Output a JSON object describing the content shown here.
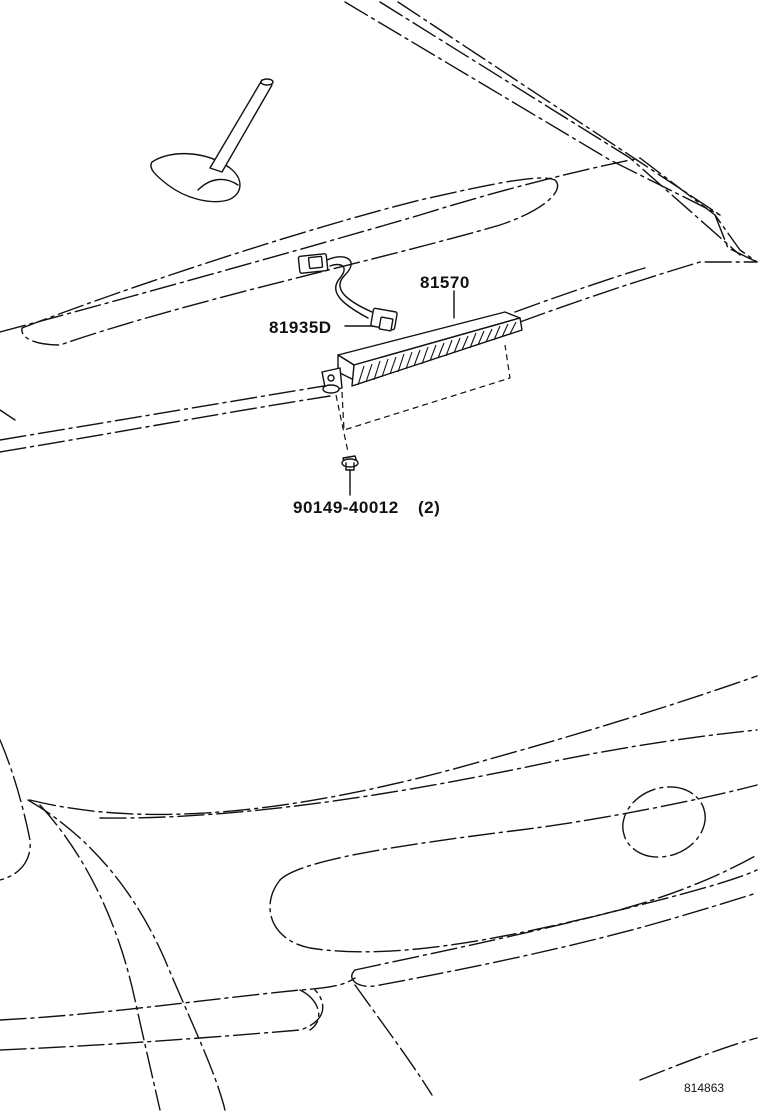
{
  "parts": [
    {
      "id": "stop-lamp",
      "number": "81570"
    },
    {
      "id": "wire-connector",
      "number": "81935D"
    },
    {
      "id": "screw",
      "number": "90149-40012",
      "quantity": "(2)"
    }
  ],
  "figure_id": "814863"
}
